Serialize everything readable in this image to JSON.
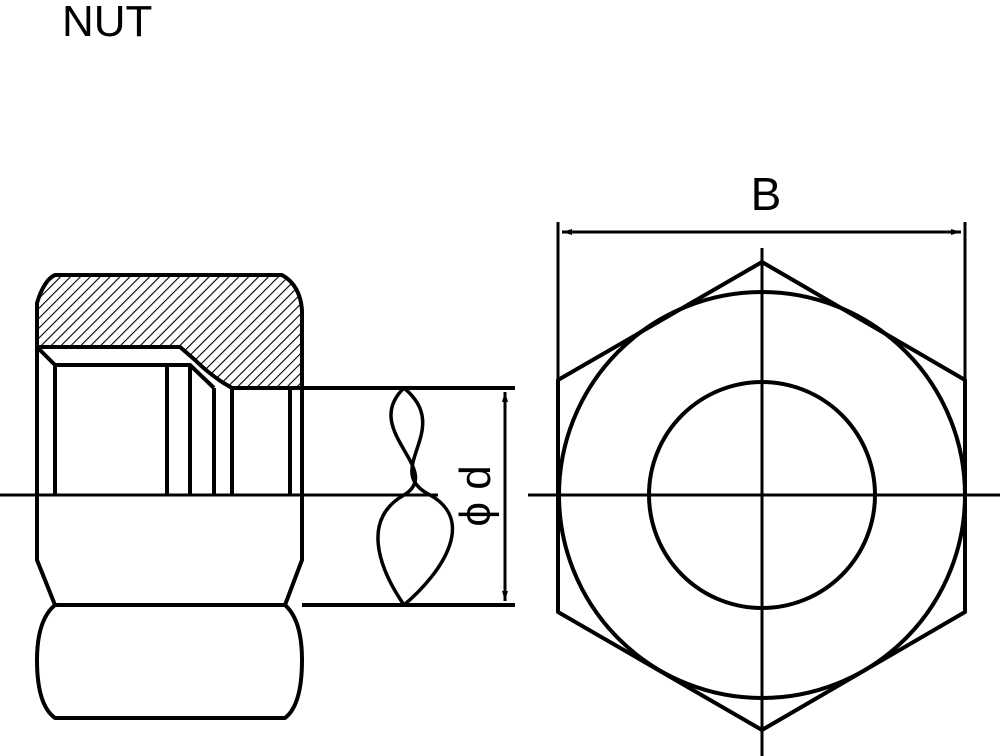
{
  "title": "NUT",
  "labels": {
    "width_across_flats": "B",
    "diameter": "ϕ d"
  },
  "colors": {
    "line": "#000000",
    "background": "#ffffff"
  }
}
